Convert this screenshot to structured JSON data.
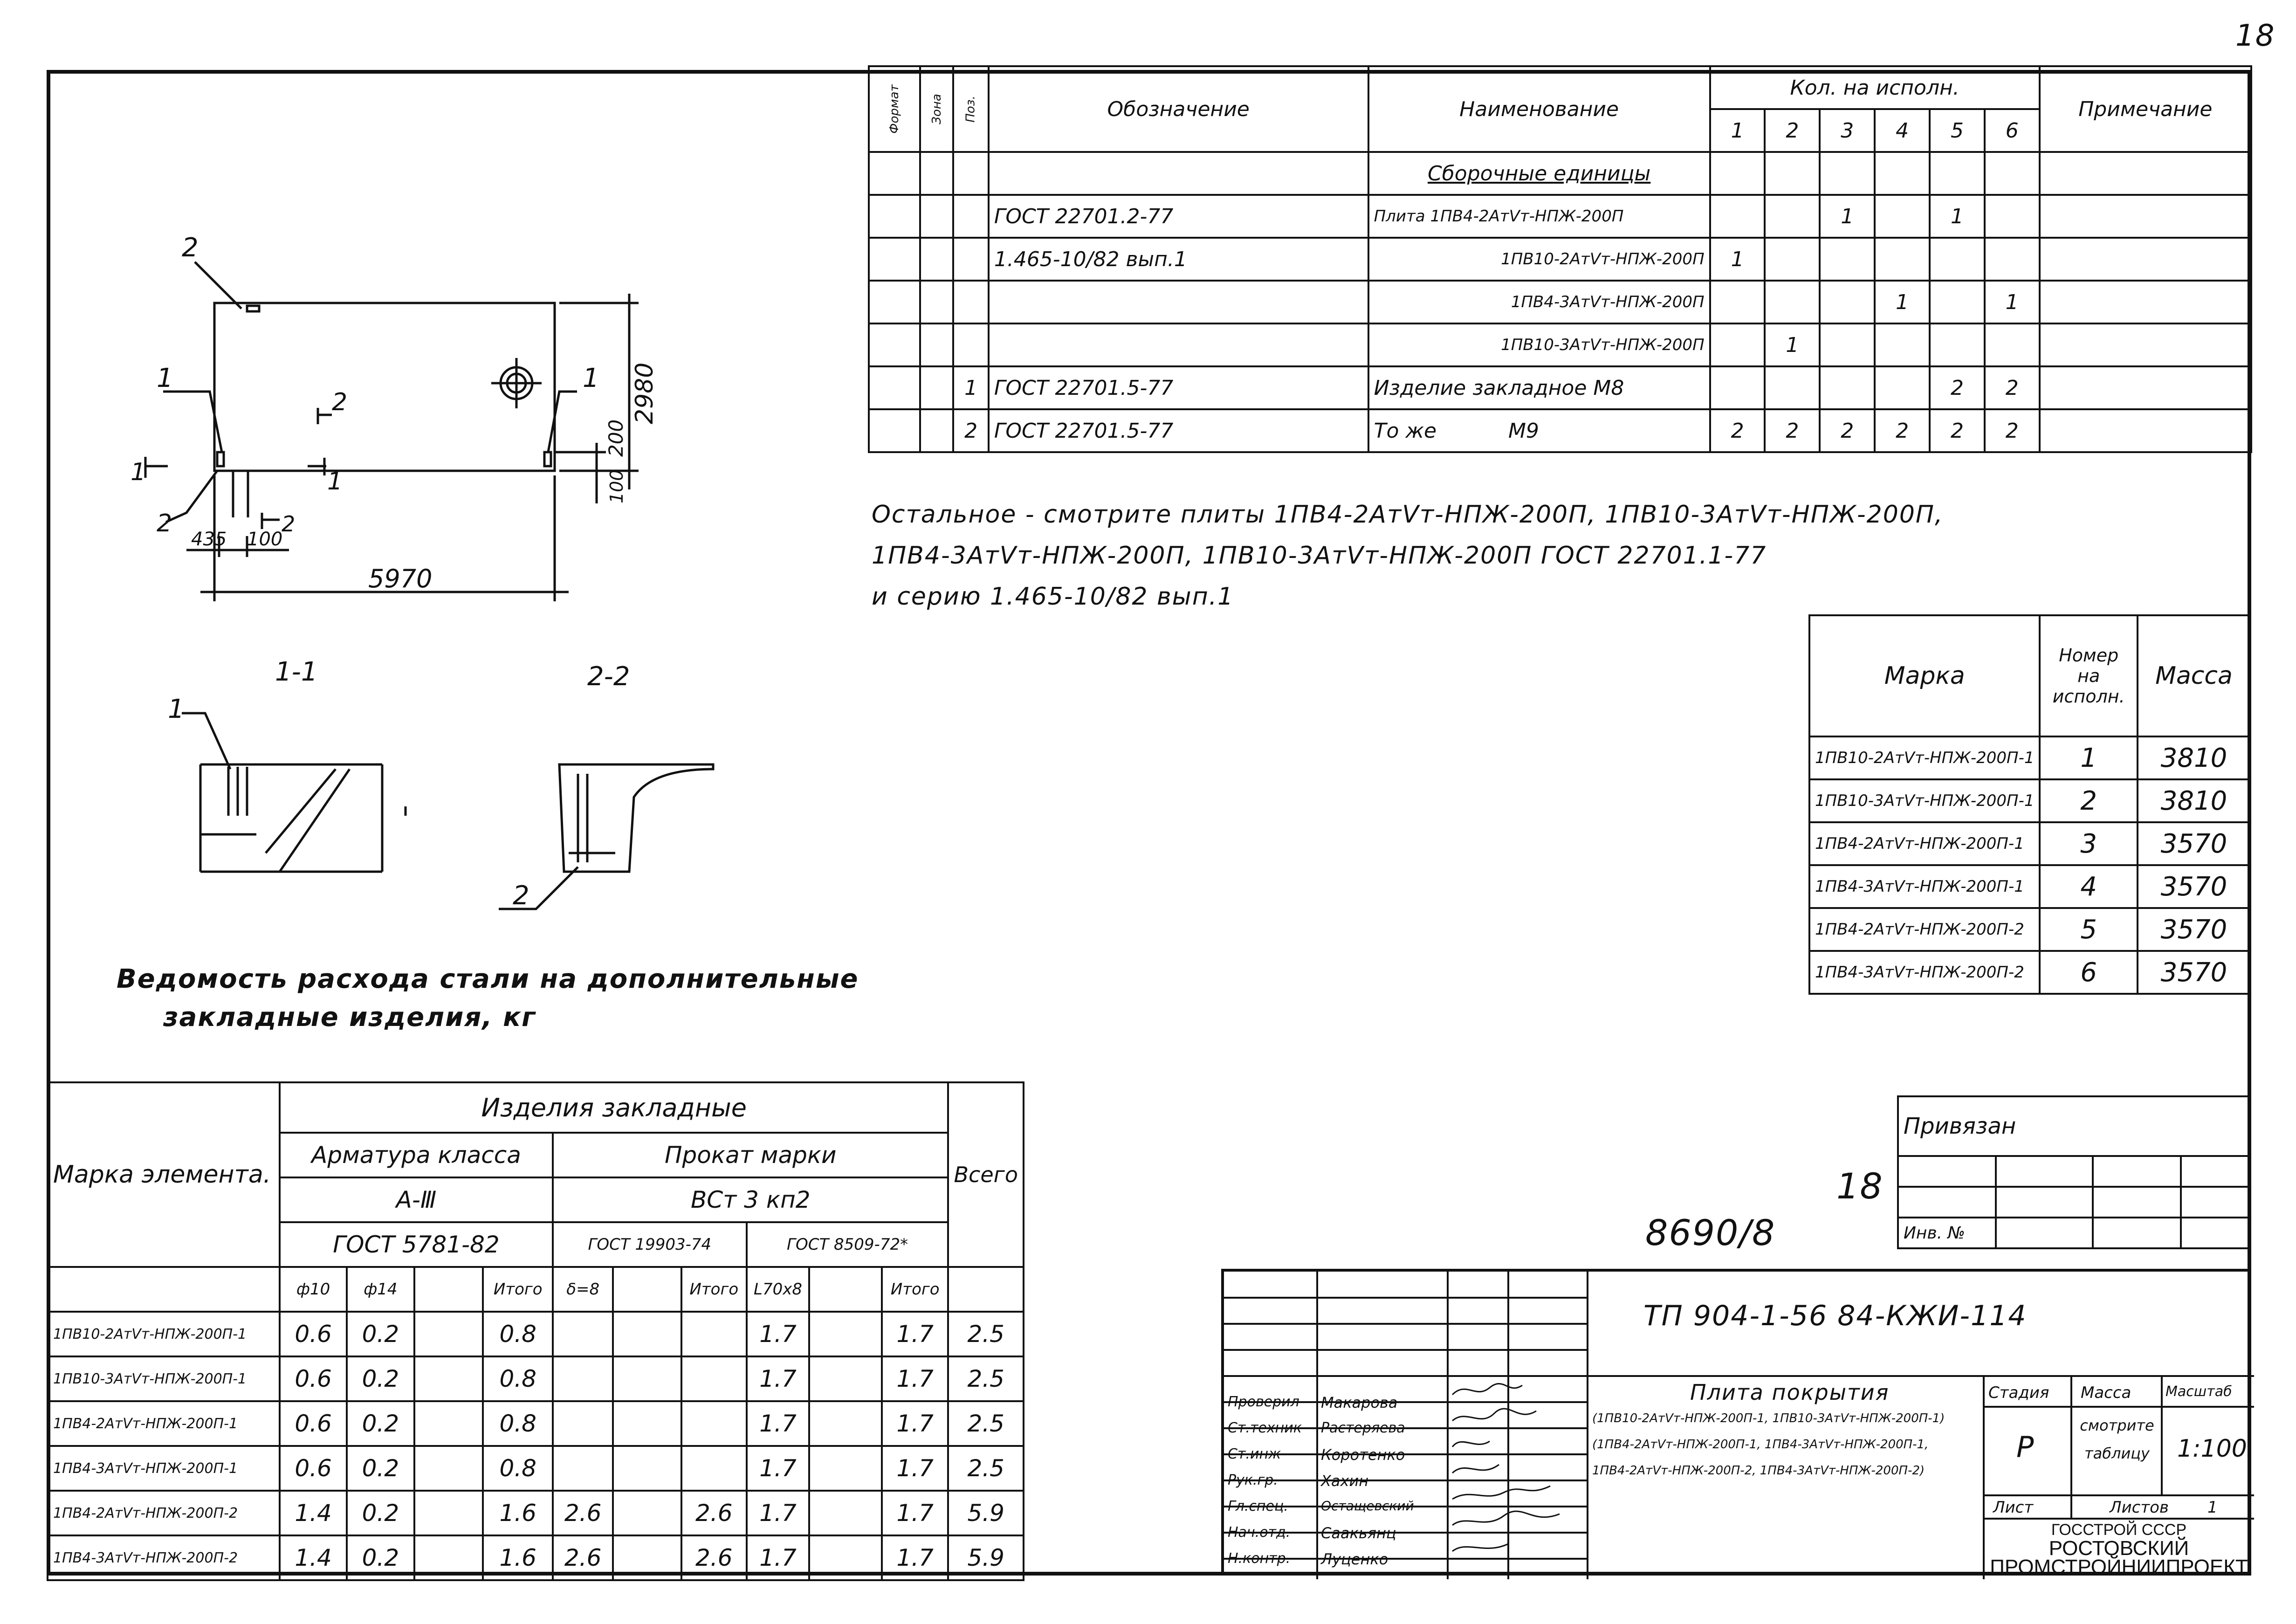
{
  "page_number": "18",
  "spec": {
    "headers": {
      "format": "Формат",
      "zone": "Зона",
      "pos": "Поз.",
      "designation": "Обозначение",
      "name": "Наименование",
      "qty": "Кол. на исполн.",
      "variants": [
        "1",
        "2",
        "3",
        "4",
        "5",
        "6"
      ],
      "note": "Примечание"
    },
    "section": "Сборочные единицы",
    "rows": [
      {
        "pos": "",
        "designation": "ГОСТ 22701.2-77",
        "name": "Плита 1ПВ4-2АтⅤт-НПЖ-200П",
        "q": [
          "",
          "",
          "1",
          "",
          "1",
          ""
        ]
      },
      {
        "pos": "",
        "designation": "1.465-10/82 вып.1",
        "name": "1ПВ10-2АтⅤт-НПЖ-200П",
        "q": [
          "1",
          "",
          "",
          "",
          "",
          ""
        ]
      },
      {
        "pos": "",
        "designation": "",
        "name": "1ПВ4-3АтⅤт-НПЖ-200П",
        "q": [
          "",
          "",
          "",
          "1",
          "",
          "1"
        ]
      },
      {
        "pos": "",
        "designation": "",
        "name": "1ПВ10-3АтⅤт-НПЖ-200П",
        "q": [
          "",
          "1",
          "",
          "",
          "",
          ""
        ]
      },
      {
        "pos": "1",
        "designation": "ГОСТ 22701.5-77",
        "name": "Изделие закладное  М8",
        "q": [
          "",
          "",
          "",
          "",
          "2",
          "2"
        ]
      },
      {
        "pos": "2",
        "designation": "ГОСТ 22701.5-77",
        "name": "То же           М9",
        "q": [
          "2",
          "2",
          "2",
          "2",
          "2",
          "2"
        ]
      }
    ]
  },
  "note": [
    "Остальное - смотрите плиты 1ПВ4-2АтⅤт-НПЖ-200П, 1ПВ10-3АтⅤт-НПЖ-200П,",
    "1ПВ4-3АтⅤт-НПЖ-200П, 1ПВ10-3АтⅤт-НПЖ-200П ГОСТ 22701.1-77",
    "и серию 1.465-10/82 вып.1"
  ],
  "drawing": {
    "dims": {
      "length": "5970",
      "height": "2980",
      "d200": "200",
      "d100": "100",
      "d435": "435",
      "d100b": "100"
    },
    "section_labels": {
      "s11": "1-1",
      "s22": "2-2"
    },
    "callouts": {
      "one": "1",
      "two": "2"
    }
  },
  "marks_table": {
    "headers": {
      "mark": "Марка",
      "variant": "Номер на исполн.",
      "mass": "Масса"
    },
    "rows": [
      {
        "mark": "1ПВ10-2АтⅤт-НПЖ-200П-1",
        "variant": "1",
        "mass": "3810"
      },
      {
        "mark": "1ПВ10-3АтⅤт-НПЖ-200П-1",
        "variant": "2",
        "mass": "3810"
      },
      {
        "mark": "1ПВ4-2АтⅤт-НПЖ-200П-1",
        "variant": "3",
        "mass": "3570"
      },
      {
        "mark": "1ПВ4-3АтⅤт-НПЖ-200П-1",
        "variant": "4",
        "mass": "3570"
      },
      {
        "mark": "1ПВ4-2АтⅤт-НПЖ-200П-2",
        "variant": "5",
        "mass": "3570"
      },
      {
        "mark": "1ПВ4-3АтⅤт-НПЖ-200П-2",
        "variant": "6",
        "mass": "3570"
      }
    ]
  },
  "steel": {
    "title_line1": "Ведомость расхода стали на дополнительные",
    "title_line2": "закладные   изделия, кг",
    "header_group": "Изделия закладные",
    "element_mark": "Марка элемента.",
    "rebar_class": "Арматура класса",
    "rebar_grade": "А-Ⅲ",
    "rebar_gost": "ГОСТ 5781-82",
    "rolled_grade_title": "Прокат марки",
    "rolled_grade": "ВСт 3 кп2",
    "gost_plate": "ГОСТ 19903-74",
    "gost_angle": "ГОСТ 8509-72*",
    "total_all": "Всего",
    "sub": [
      "ф10",
      "ф14",
      "",
      "Итого",
      "δ=8",
      "",
      "Итого",
      "L70х8",
      "",
      "Итого"
    ],
    "rows": [
      {
        "mark": "1ПВ10-2АтⅤт-НПЖ-200П-1",
        "v": [
          "0.6",
          "0.2",
          "",
          "0.8",
          "",
          "",
          "",
          "1.7",
          "",
          "1.7"
        ],
        "total": "2.5"
      },
      {
        "mark": "1ПВ10-3АтⅤт-НПЖ-200П-1",
        "v": [
          "0.6",
          "0.2",
          "",
          "0.8",
          "",
          "",
          "",
          "1.7",
          "",
          "1.7"
        ],
        "total": "2.5"
      },
      {
        "mark": "1ПВ4-2АтⅤт-НПЖ-200П-1",
        "v": [
          "0.6",
          "0.2",
          "",
          "0.8",
          "",
          "",
          "",
          "1.7",
          "",
          "1.7"
        ],
        "total": "2.5"
      },
      {
        "mark": "1ПВ4-3АтⅤт-НПЖ-200П-1",
        "v": [
          "0.6",
          "0.2",
          "",
          "0.8",
          "",
          "",
          "",
          "1.7",
          "",
          "1.7"
        ],
        "total": "2.5"
      },
      {
        "mark": "1ПВ4-2АтⅤт-НПЖ-200П-2",
        "v": [
          "1.4",
          "0.2",
          "",
          "1.6",
          "2.6",
          "",
          "2.6",
          "1.7",
          "",
          "1.7"
        ],
        "total": "5.9"
      },
      {
        "mark": "1ПВ4-3АтⅤт-НПЖ-200П-2",
        "v": [
          "1.4",
          "0.2",
          "",
          "1.6",
          "2.6",
          "",
          "2.6",
          "1.7",
          "",
          "1.7"
        ],
        "total": "5.9"
      }
    ]
  },
  "stamp": {
    "privyazan": "Привязан",
    "inv_no": "Инв. №",
    "number_handwritten": "8690/8",
    "sheet_handwritten": "18",
    "code": "ТП 904-1-56 84-КЖИ-114",
    "title_name": "Плита покрытия",
    "title_marks": [
      "(1ПВ10-2АтⅤт-НПЖ-200П-1, 1ПВ10-3АтⅤт-НПЖ-200П-1)",
      "(1ПВ4-2АтⅤт-НПЖ-200П-1, 1ПВ4-3АтⅤт-НПЖ-200П-1,",
      "1ПВ4-2АтⅤт-НПЖ-200П-2, 1ПВ4-3АтⅤт-НПЖ-200П-2)"
    ],
    "stage_label": "Стадия",
    "mass_label": "Масса",
    "scale_label": "Масштаб",
    "stage": "Р",
    "mass_value": "смотрите таблицу",
    "scale": "1:100",
    "sheet_label": "Лист",
    "sheets_label": "Листов",
    "sheets": "1",
    "org1": "ГОССТРОЙ СССР",
    "org2": "РОСТОВСКИЙ",
    "org3": "ПРОМСТРОЙНИИПРОЕКТ",
    "people": [
      {
        "role": "Проверил",
        "name": "Макарова"
      },
      {
        "role": "Ст.техник",
        "name": "Растеряева"
      },
      {
        "role": "Ст.инж",
        "name": "Коротенко"
      },
      {
        "role": "Рук.гр.",
        "name": "Хахин"
      },
      {
        "role": "Гл.спец.",
        "name": "Остащевский"
      },
      {
        "role": "Нач.отд.",
        "name": "Саакьянц"
      },
      {
        "role": "Н.контр.",
        "name": "Луценко"
      }
    ]
  }
}
